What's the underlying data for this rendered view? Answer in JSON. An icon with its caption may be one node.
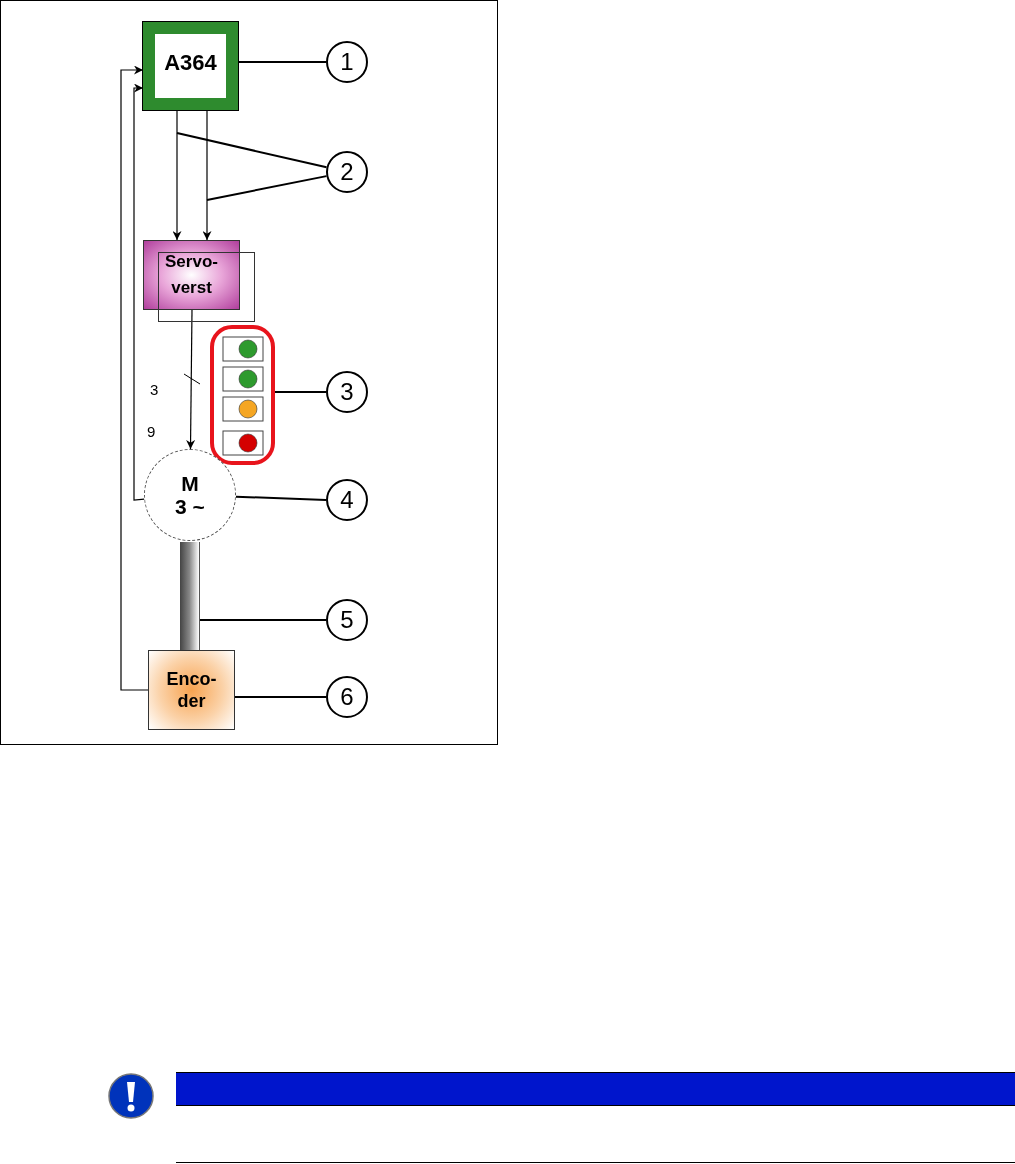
{
  "diagram": {
    "nodes": [
      {
        "text": [
          "A364"
        ]
      },
      {
        "text": [
          "Servo- verst"
        ]
      },
      {
        "text": [],
        "shape": "box"
      },
      {
        "text": [
          "M 3 ~"
        ]
      },
      {
        "text": [],
        "shape": "bar"
      },
      {
        "text": [
          "Enco- der"
        ]
      },
      {
        "text": [
          "1"
        ]
      },
      {
        "text": [
          "2"
        ]
      },
      {
        "text": [
          "3"
        ]
      },
      {
        "text": [
          "4"
        ]
      },
      {
        "text": [
          "5"
        ]
      },
      {
        "text": [
          "6"
        ]
      }
    ],
    "edges": [
      {
        "from": 0,
        "to": 1,
        "arrow": "to"
      },
      {
        "from": 0,
        "to": 1,
        "arrow": "to"
      },
      {
        "from": 1,
        "to": 3,
        "arrow": "to",
        "label": "3"
      },
      {
        "from": 3,
        "to": 0,
        "arrow": "to"
      },
      {
        "from": 5,
        "to": 0,
        "arrow": "to"
      },
      {
        "from": 6,
        "to": 0,
        "arrow": "none"
      },
      {
        "from": 7,
        "to": null,
        "arrow": "none"
      },
      {
        "from": 7,
        "to": null,
        "arrow": "none"
      },
      {
        "from": 8,
        "to": 2,
        "arrow": "none"
      },
      {
        "from": 9,
        "to": 3,
        "arrow": "none"
      },
      {
        "from": 10,
        "to": 4,
        "arrow": "none"
      },
      {
        "from": 11,
        "to": 5,
        "arrow": "none"
      }
    ],
    "labels": [
      "9"
    ]
  }
}
